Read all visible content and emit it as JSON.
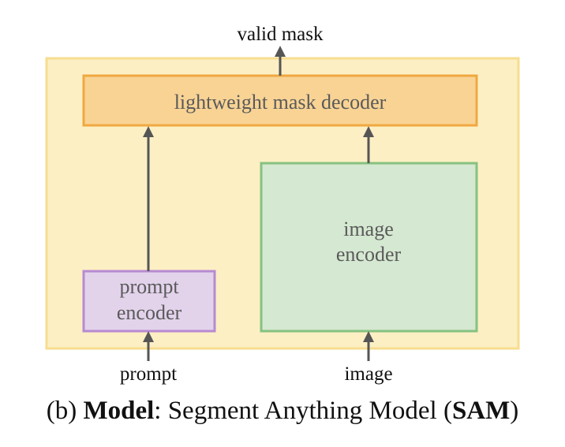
{
  "diagram": {
    "output_label": "valid mask",
    "decoder_label": "lightweight mask decoder",
    "image_encoder_label": [
      "image",
      "encoder"
    ],
    "prompt_encoder_label": [
      "prompt",
      "encoder"
    ],
    "prompt_input_label": "prompt",
    "image_input_label": "image"
  },
  "caption": {
    "prefix": "(b) ",
    "bold1": "Model",
    "middle": ": Segment Anything Model (",
    "bold2": "SAM",
    "suffix": ")"
  },
  "colors": {
    "outer_fill": "#fcefc4",
    "decoder_fill": "#f8d394",
    "prompt_encoder_fill": "#e2d3eb",
    "image_encoder_fill": "#d5e8d1",
    "arrow": "#555555"
  }
}
